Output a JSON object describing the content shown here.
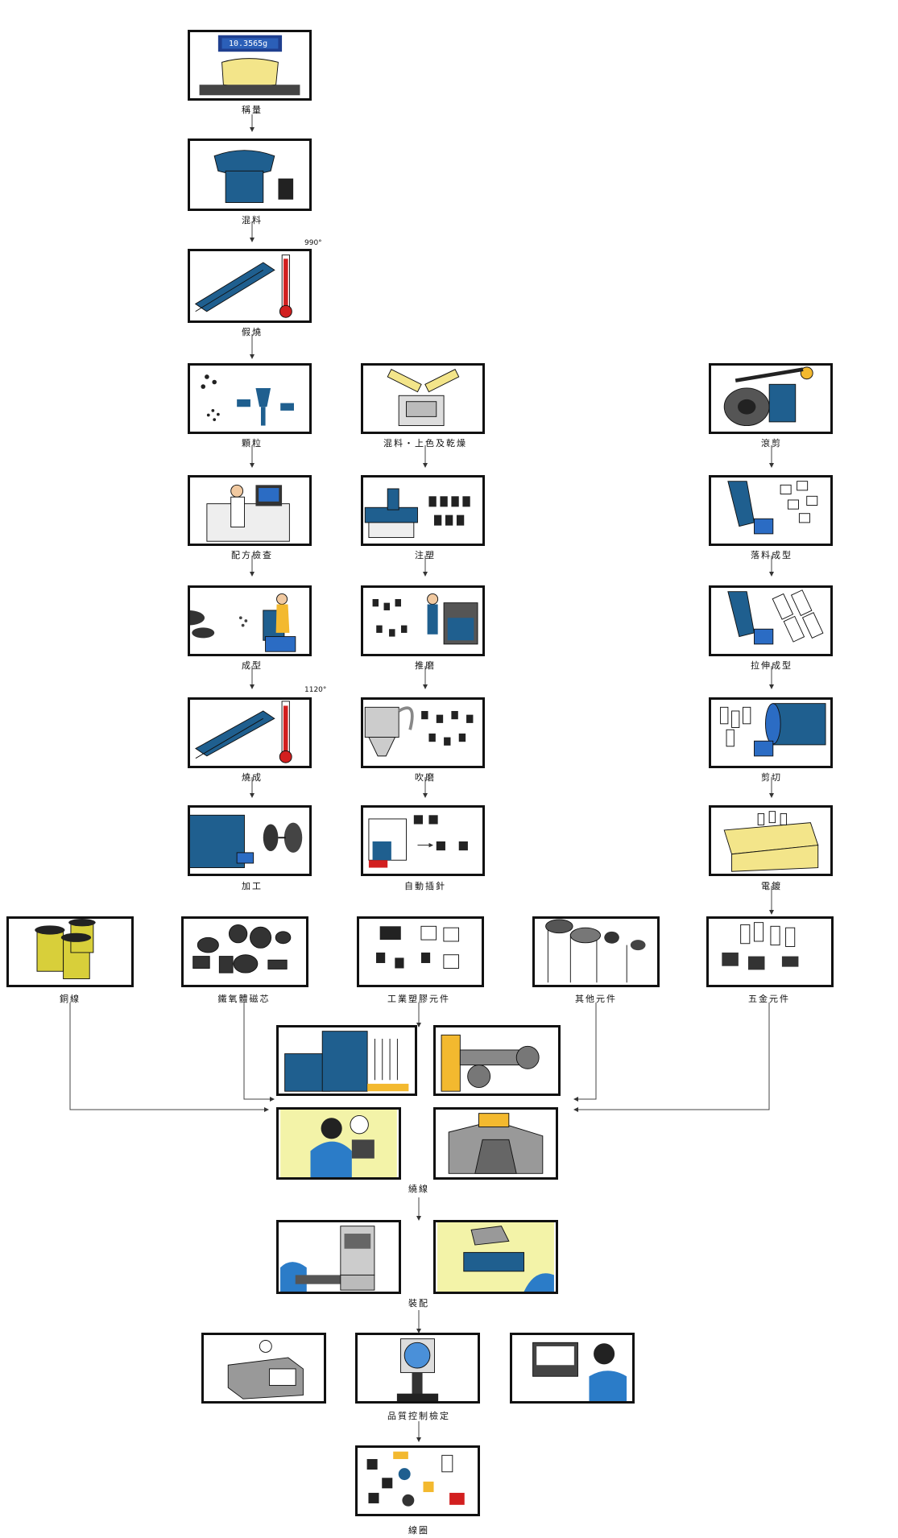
{
  "diagram": {
    "steps": {
      "weigh": "稱量",
      "mix1": "混料",
      "presinter": "假燒",
      "granulate": "顆粒",
      "formula_check": "配方檢查",
      "mold": "成型",
      "sinter": "燒成",
      "machine": "加工",
      "mix_color_dry": "混料‧上色及乾燥",
      "injection": "注塑",
      "deburr": "推磨",
      "blast": "吹磨",
      "auto_pin": "自動插針",
      "roll_cut": "滾剪",
      "blank_form": "落料成型",
      "draw_form": "拉伸成型",
      "shear": "剪切",
      "plate": "電鍍",
      "copper_wire": "銅線",
      "ferrite_core": "鐵氧體磁芯",
      "plastic_parts": "工業塑膠元件",
      "other_parts": "其他元件",
      "metal_parts": "五金元件",
      "winding": "繞線",
      "assembly": "裝配",
      "qc": "品質控制檢定",
      "coil": "線圈"
    },
    "readouts": {
      "scale": "10.3565g",
      "temp_presinter": "990°",
      "temp_sinter": "1120°"
    },
    "colors": {
      "machine_blue": "#1f5f8f",
      "accent_yellow": "#f3e58a",
      "thermo_red": "#d21f1f",
      "outline": "#111111"
    }
  }
}
